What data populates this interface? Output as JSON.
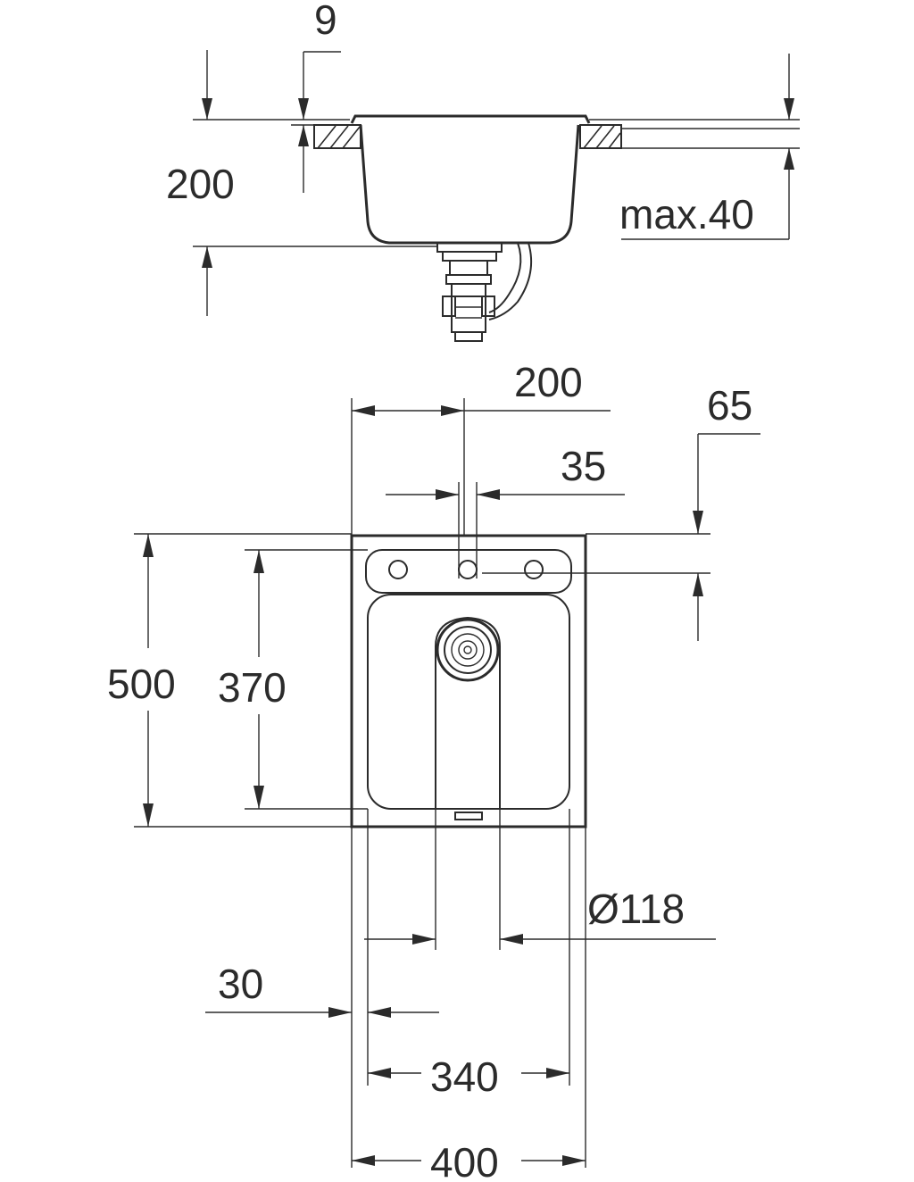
{
  "side_view": {
    "rim_thickness": "9",
    "depth": "200",
    "worktop_max": "max.40"
  },
  "top_view": {
    "tap_hole_offset": "200",
    "rear_edge": "65",
    "tap_hole_diameter": "35",
    "overall_depth": "500",
    "bowl_depth": "370",
    "waste_diameter": "Ø118",
    "side_edge": "30",
    "bowl_width": "340",
    "overall_width": "400"
  },
  "colors": {
    "line": "#2b2b2b",
    "background": "#ffffff"
  }
}
